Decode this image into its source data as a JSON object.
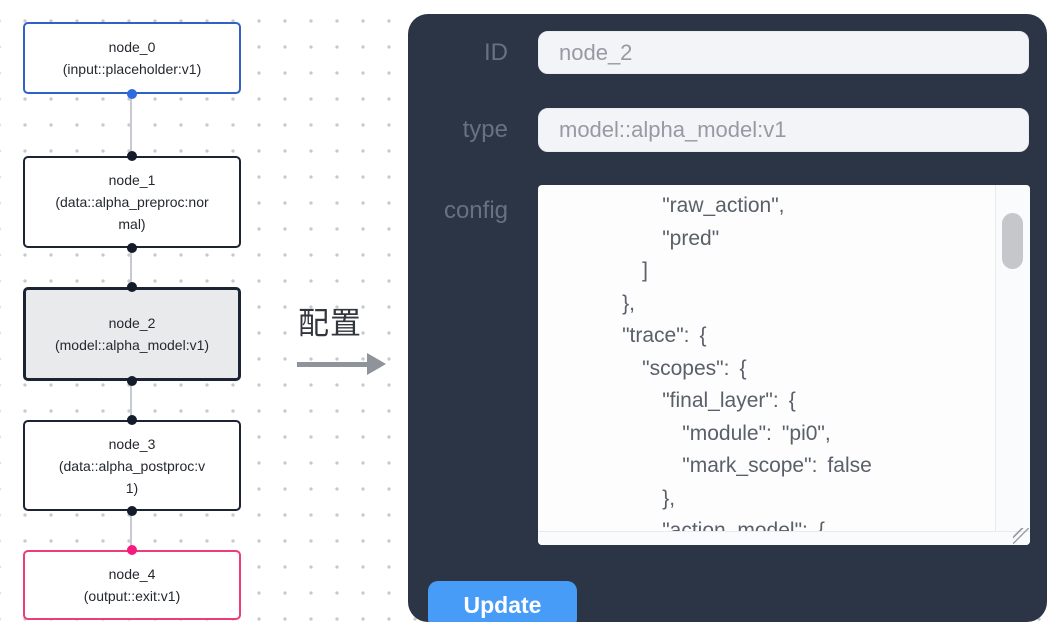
{
  "flow": {
    "nodes": [
      {
        "title": "node_0",
        "subtitle": "(input::placeholder:v1)",
        "kind": "input",
        "selected": false
      },
      {
        "title": "node_1",
        "subtitle": "(data::alpha_preproc:normal)",
        "kind": "data",
        "selected": false
      },
      {
        "title": "node_2",
        "subtitle": "(model::alpha_model:v1)",
        "kind": "model",
        "selected": true
      },
      {
        "title": "node_3",
        "subtitle": "(data::alpha_postproc:v1)",
        "kind": "data",
        "selected": false
      },
      {
        "title": "node_4",
        "subtitle": "(output::exit:v1)",
        "kind": "output",
        "selected": false
      }
    ]
  },
  "transition": {
    "label": "配置"
  },
  "inspector": {
    "id_label": "ID",
    "id_value": "node_2",
    "type_label": "type",
    "type_value": "model::alpha_model:v1",
    "config_label": "config",
    "config_lines": [
      "      \"raw_action\",",
      "      \"pred\"",
      "    ]",
      "  },",
      "  \"trace\": {",
      "    \"scopes\": {",
      "      \"final_layer\": {",
      "        \"module\": \"pi0\",",
      "        \"mark_scope\": false",
      "      },",
      "      \"action_model\": {"
    ],
    "update_label": "Update"
  },
  "colors": {
    "panel-bg": "#2c3545",
    "accent-blue": "#479cf8",
    "node-blue": "#2f62c4",
    "node-pink": "#ea3d7a",
    "port-blue": "#2e6be0",
    "port-pink": "#f7197e"
  }
}
